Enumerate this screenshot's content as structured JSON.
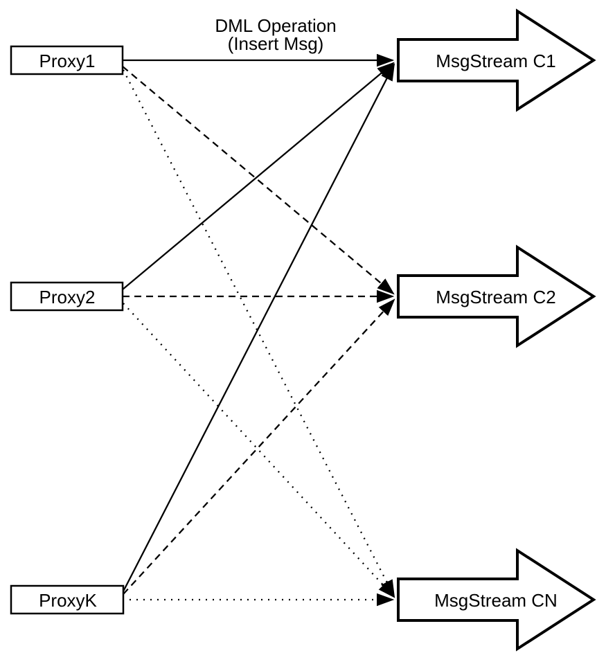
{
  "diagram": {
    "background_color": "#ffffff",
    "stroke_color": "#000000",
    "shape_fill_color": "#ffffff",
    "annotation": {
      "line1": "DML Operation",
      "line2": "(Insert Msg)"
    },
    "proxies": [
      {
        "id": "proxy1",
        "label": "Proxy1"
      },
      {
        "id": "proxy2",
        "label": "Proxy2"
      },
      {
        "id": "proxyk",
        "label": "ProxyK"
      }
    ],
    "streams": [
      {
        "id": "c1",
        "label": "MsgStream C1"
      },
      {
        "id": "c2",
        "label": "MsgStream C2"
      },
      {
        "id": "cn",
        "label": "MsgStream CN"
      }
    ],
    "edges": [
      {
        "from": "Proxy1",
        "to": "MsgStream C1",
        "style": "solid"
      },
      {
        "from": "Proxy1",
        "to": "MsgStream C2",
        "style": "dashed"
      },
      {
        "from": "Proxy1",
        "to": "MsgStream CN",
        "style": "dotted"
      },
      {
        "from": "Proxy2",
        "to": "MsgStream C1",
        "style": "solid"
      },
      {
        "from": "Proxy2",
        "to": "MsgStream C2",
        "style": "dashed"
      },
      {
        "from": "Proxy2",
        "to": "MsgStream CN",
        "style": "dotted"
      },
      {
        "from": "ProxyK",
        "to": "MsgStream C1",
        "style": "solid"
      },
      {
        "from": "ProxyK",
        "to": "MsgStream C2",
        "style": "dashed"
      },
      {
        "from": "ProxyK",
        "to": "MsgStream CN",
        "style": "dotted"
      }
    ]
  }
}
